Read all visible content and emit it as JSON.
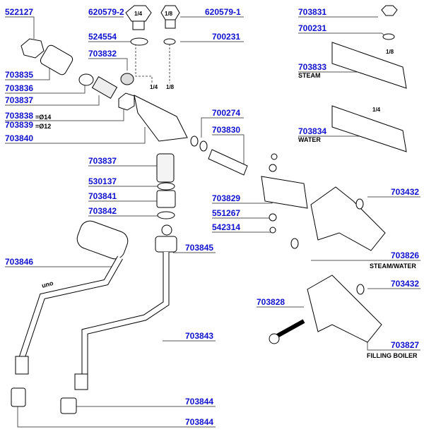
{
  "parts": {
    "p522127": "522127",
    "p620579_2": "620579-2",
    "p620579_1": "620579-1",
    "p524554": "524554",
    "p700231_a": "700231",
    "p703832": "703832",
    "p703835": "703835",
    "p703836": "703836",
    "p703837_a": "703837",
    "p703838": "703838",
    "p703839": "703839",
    "p703840": "703840",
    "p703831": "703831",
    "p700231_b": "700231",
    "p703833": "703833",
    "p703834": "703834",
    "p700274": "700274",
    "p703830": "703830",
    "p703837_b": "703837",
    "p530137": "530137",
    "p703841": "703841",
    "p703842": "703842",
    "p703829": "703829",
    "p703432_a": "703432",
    "p551267": "551267",
    "p542314": "542314",
    "p703845": "703845",
    "p703846": "703846",
    "p703826": "703826",
    "p703432_b": "703432",
    "p703828": "703828",
    "p703843": "703843",
    "p703827": "703827",
    "p703844_a": "703844",
    "p703844_b": "703844"
  },
  "notes": {
    "d14": "=Ø14",
    "d12": "=Ø12",
    "steam": "STEAM",
    "water": "WATER",
    "steam_water": "STEAM/WATER",
    "filling_boiler": "FILLING BOILER"
  },
  "thread_marks": {
    "nut_quarter": "1/4",
    "nut_eighth": "1/8",
    "body_quarter": "1/4",
    "body_eighth": "1/8",
    "steam_eighth": "1/8",
    "water_quarter": "1/4"
  },
  "pipe_marking": "uno",
  "colors": {
    "label": "#1010d0",
    "leader": "#555555"
  }
}
